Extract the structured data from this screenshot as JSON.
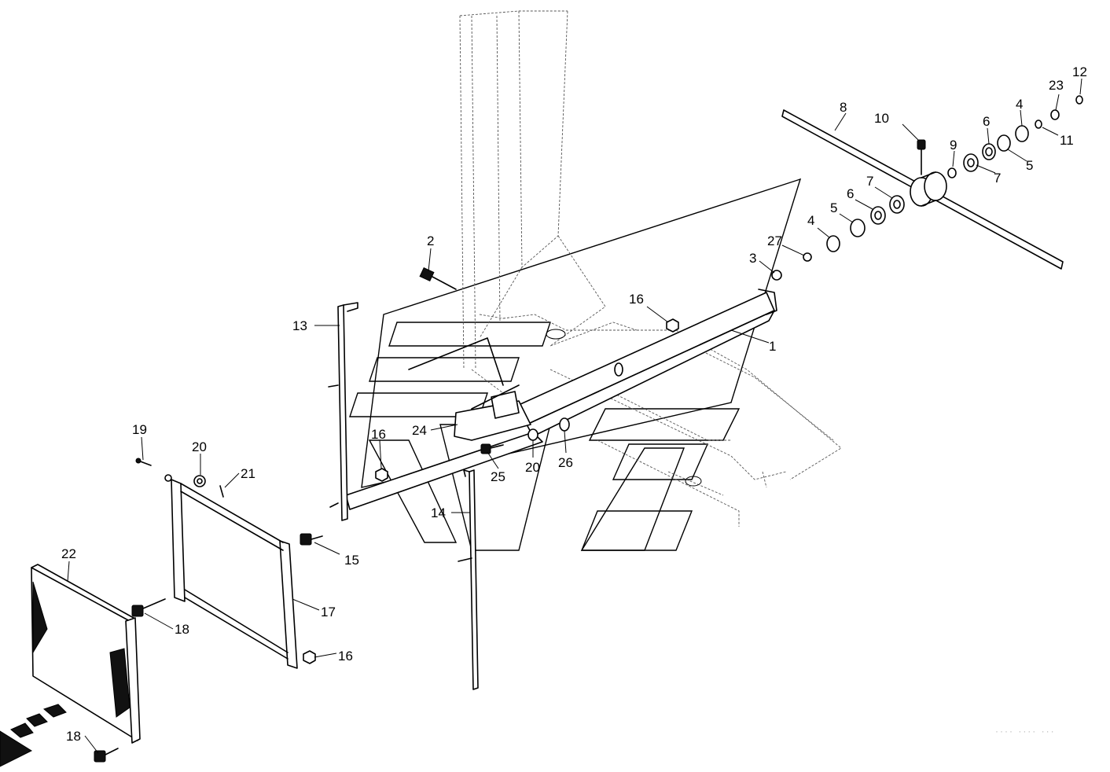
{
  "labels": {
    "p1": "1",
    "p2": "2",
    "p3": "3",
    "p4a": "4",
    "p4b": "4",
    "p5a": "5",
    "p5b": "5",
    "p6a": "6",
    "p6b": "6",
    "p7a": "7",
    "p7b": "7",
    "p8": "8",
    "p9": "9",
    "p10": "10",
    "p11": "11",
    "p12": "12",
    "p13": "13",
    "p14": "14",
    "p15": "15",
    "p16a": "16",
    "p16b": "16",
    "p16c": "16",
    "p17": "17",
    "p18a": "18",
    "p18b": "18",
    "p19": "19",
    "p20a": "20",
    "p20b": "20",
    "p21": "21",
    "p22": "22",
    "p23": "23",
    "p24": "24",
    "p25": "25",
    "p26": "26",
    "p27": "27"
  },
  "faint_text": "···· ···· ···"
}
